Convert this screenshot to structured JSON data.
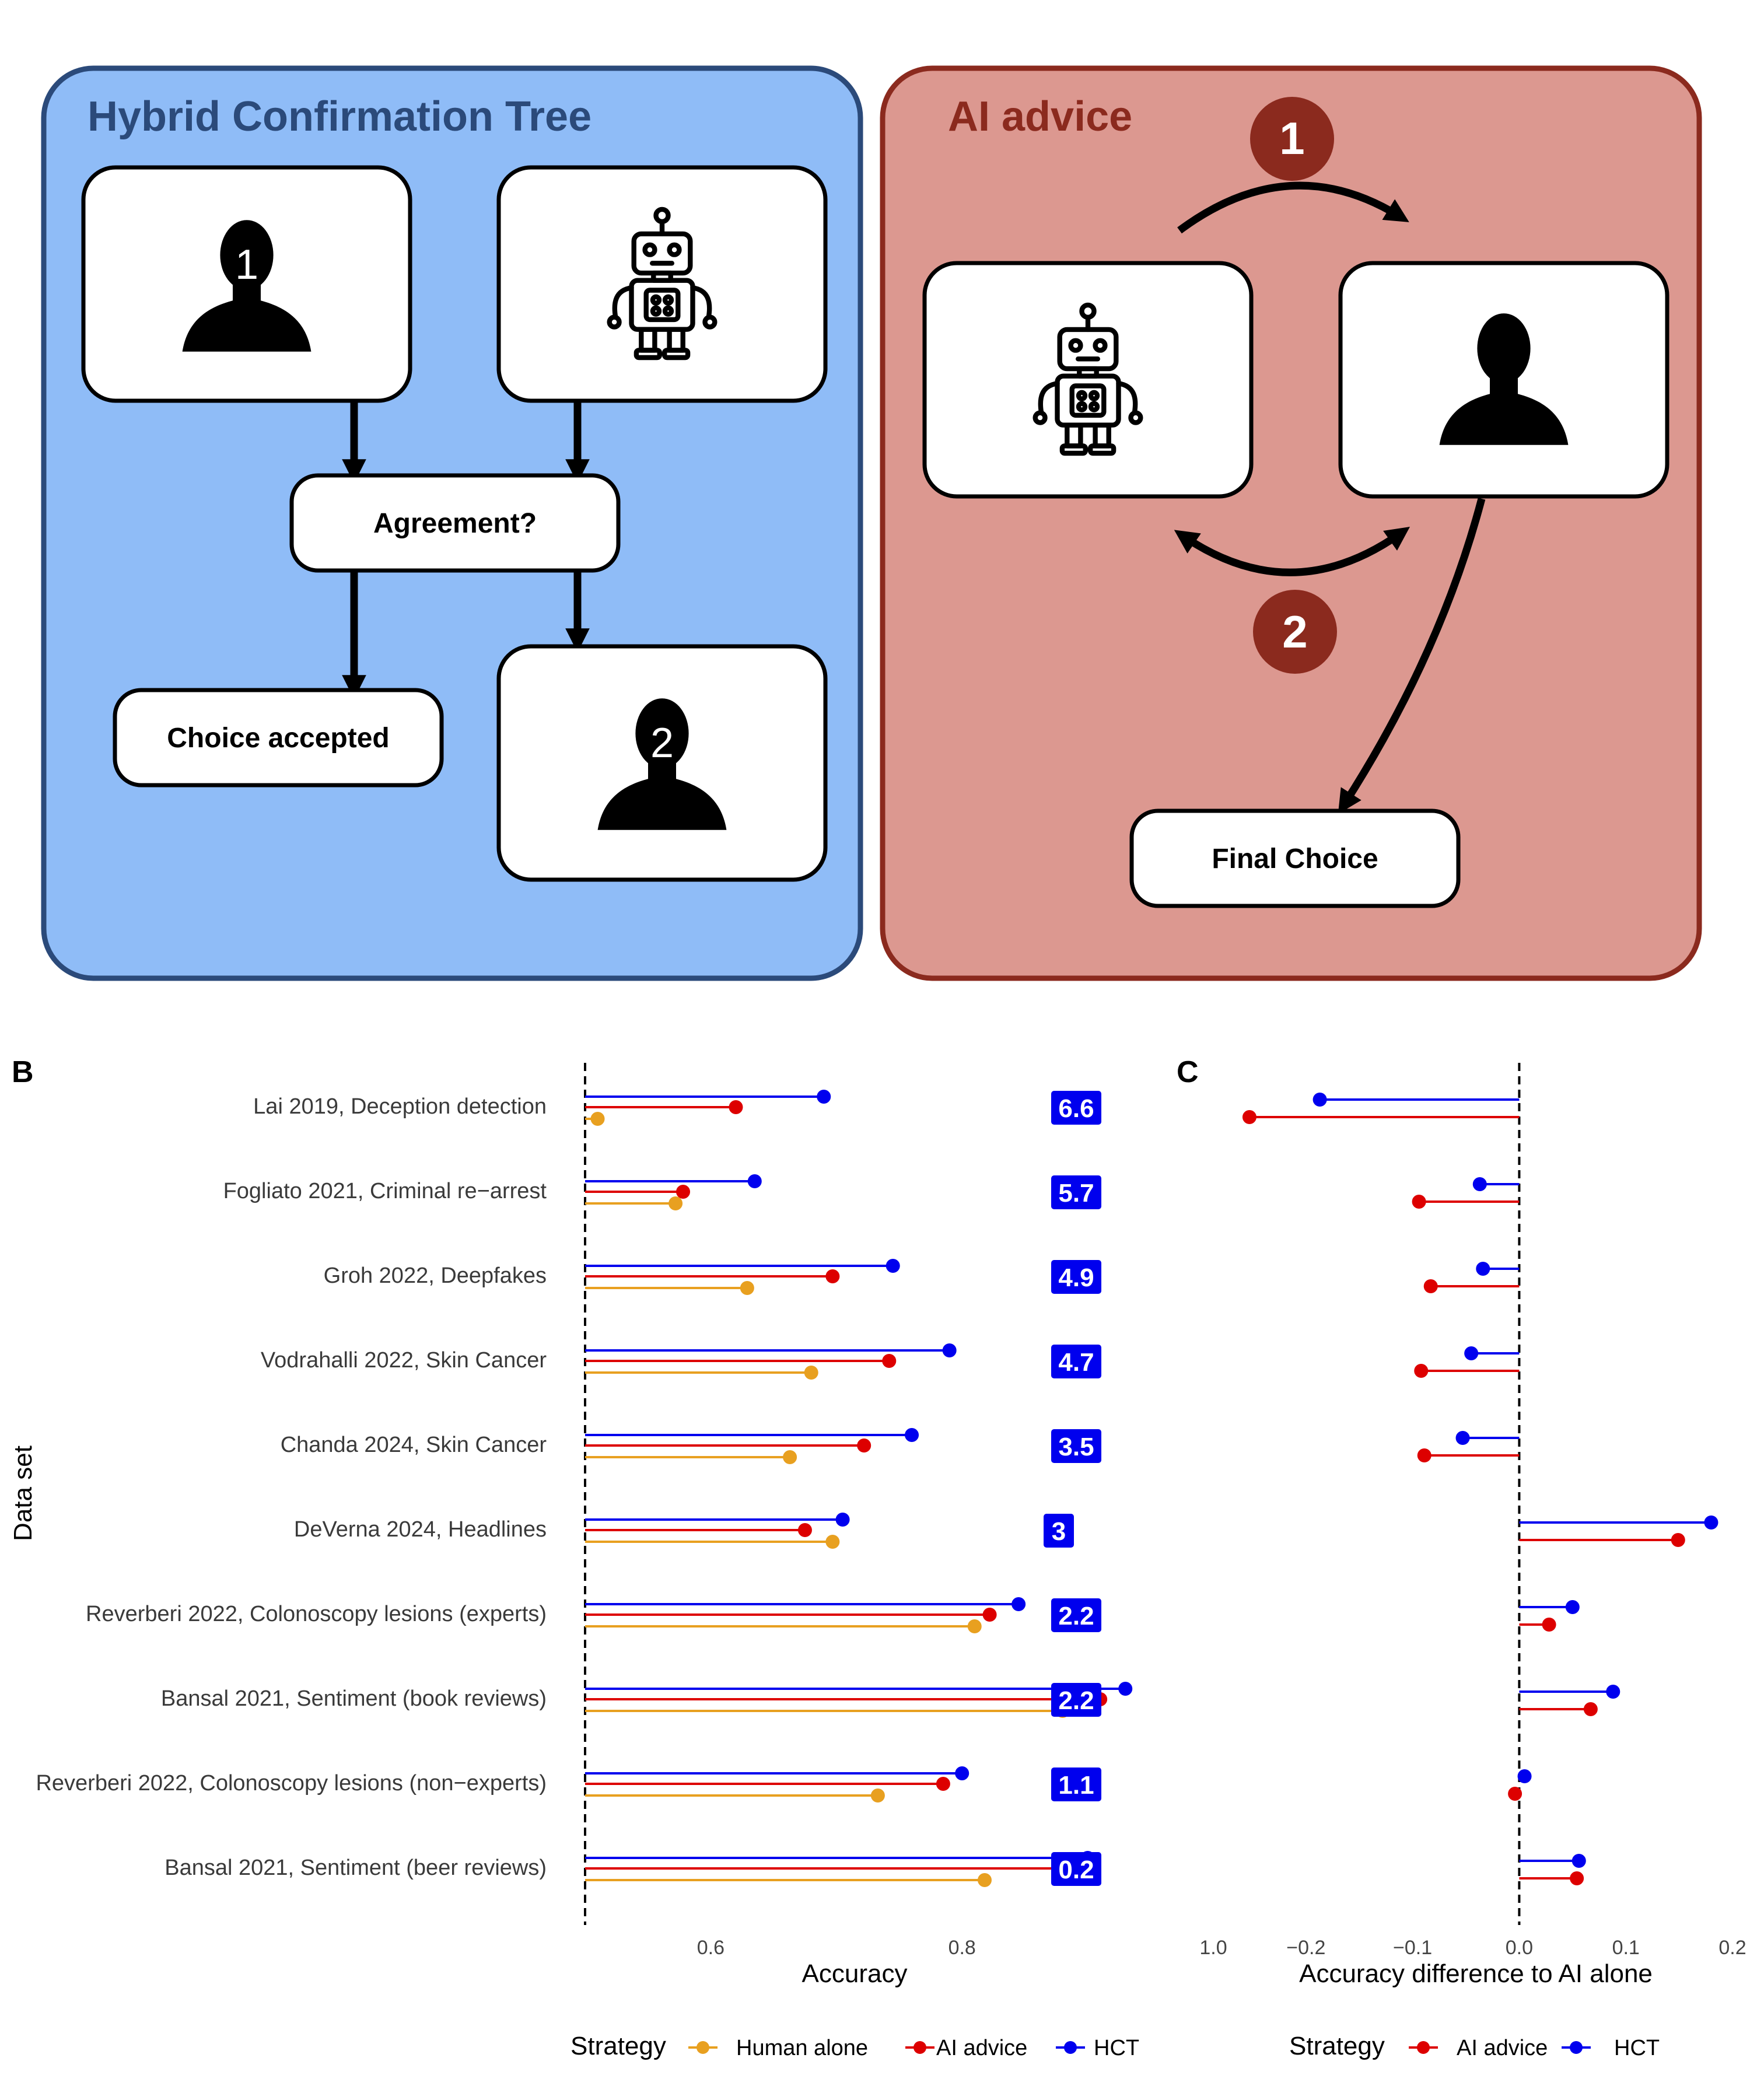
{
  "panel_a": {
    "hct_title": "Hybrid Confirmation Tree",
    "ai_title": "AI advice",
    "human1_number": "1",
    "human2_number": "2",
    "agreement": "Agreement?",
    "choice_accepted": "Choice accepted",
    "final_choice": "Final Choice",
    "step1": "1",
    "step2": "2",
    "colors": {
      "hct_fill": "#8fbcf7",
      "hct_stroke": "#2b4a7a",
      "hct_title": "#2b4a7a",
      "ai_fill": "#dc9890",
      "ai_stroke": "#8b2a1e",
      "ai_title": "#8b2a1e",
      "step_circle": "#8b2a1e"
    }
  },
  "panel_b_letter": "B",
  "panel_c_letter": "C",
  "chart_data": [
    {
      "type": "lollipop",
      "categories": [
        "Lai 2019, Deception detection",
        "Fogliato 2021, Criminal re−arrest",
        "Groh 2022, Deepfakes",
        "Vodrahalli 2022, Skin Cancer",
        "Chanda 2024, Skin Cancer",
        "DeVerna 2024, Headlines",
        "Reverberi 2022, Colonoscopy lesions (experts)",
        "Bansal 2021, Sentiment (book reviews)",
        "Reverberi 2022, Colonoscopy lesions (non−experts)",
        "Bansal 2021, Sentiment (beer reviews)"
      ],
      "baseline": 0.5,
      "series": [
        {
          "name": "HCT",
          "color": "#0000ee",
          "values": [
            0.69,
            0.635,
            0.745,
            0.79,
            0.76,
            0.705,
            0.845,
            0.93,
            0.8,
            0.9
          ]
        },
        {
          "name": "AI advice",
          "color": "#dd0000",
          "values": [
            0.62,
            0.578,
            0.697,
            0.742,
            0.722,
            0.675,
            0.822,
            0.91,
            0.785,
            0.898
          ]
        },
        {
          "name": "Human alone",
          "color": "#e8a020",
          "values": [
            0.51,
            0.572,
            0.629,
            0.68,
            0.663,
            0.697,
            0.81,
            0.88,
            0.733,
            0.818
          ]
        }
      ],
      "badges": [
        "6.6",
        "5.7",
        "4.9",
        "4.7",
        "3.5",
        "3",
        "2.2",
        "2.2",
        "1.1",
        "0.2"
      ],
      "badge_color": "#0000ee",
      "xlim": [
        0.5,
        1.0
      ],
      "xticks": [
        "0.6",
        "0.8",
        "1.0"
      ],
      "xtick_values": [
        0.6,
        0.8,
        1.0
      ],
      "xlabel": "Accuracy",
      "ylabel": "Data set",
      "legend_title": "Strategy",
      "legend": [
        "Human alone",
        "AI advice",
        "HCT"
      ]
    },
    {
      "type": "lollipop",
      "categories": [
        "Lai 2019, Deception detection",
        "Fogliato 2021, Criminal re−arrest",
        "Groh 2022, Deepfakes",
        "Vodrahalli 2022, Skin Cancer",
        "Chanda 2024, Skin Cancer",
        "DeVerna 2024, Headlines",
        "Reverberi 2022, Colonoscopy lesions (experts)",
        "Bansal 2021, Sentiment (book reviews)",
        "Reverberi 2022, Colonoscopy lesions (non−experts)",
        "Bansal 2021, Sentiment (beer reviews)"
      ],
      "baseline": 0,
      "series": [
        {
          "name": "HCT",
          "color": "#0000ee",
          "values": [
            -0.187,
            -0.037,
            -0.034,
            -0.045,
            -0.053,
            0.18,
            0.05,
            0.088,
            0.005,
            0.056
          ]
        },
        {
          "name": "AI advice",
          "color": "#dd0000",
          "values": [
            -0.253,
            -0.094,
            -0.083,
            -0.092,
            -0.089,
            0.149,
            0.028,
            0.067,
            -0.004,
            0.054
          ]
        }
      ],
      "xlim": [
        -0.265,
        0.2
      ],
      "xticks": [
        "−0.2",
        "−0.1",
        "0.0",
        "0.1",
        "0.2"
      ],
      "xtick_values": [
        -0.2,
        -0.1,
        0,
        0.1,
        0.2
      ],
      "xlabel": "Accuracy difference to AI alone",
      "legend_title": "Strategy",
      "legend": [
        "AI advice",
        "HCT"
      ]
    }
  ]
}
